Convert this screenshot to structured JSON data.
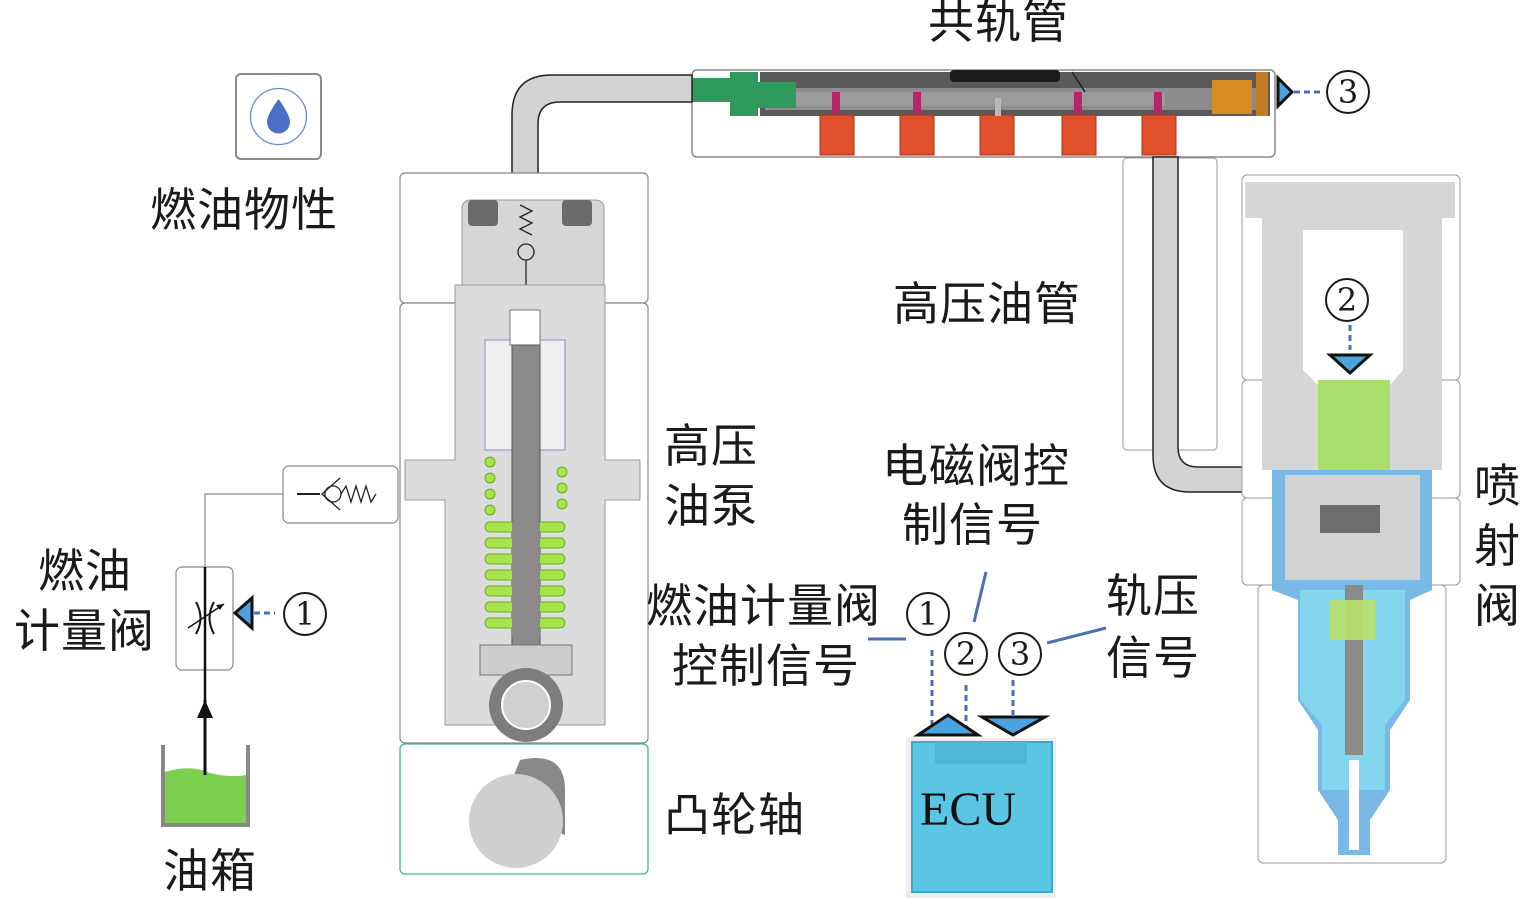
{
  "title": "共轨管",
  "labels": {
    "fuel_properties": "燃油物性",
    "high_pressure_pipe": "高压油管",
    "high_pressure_pump_line1": "高压",
    "high_pressure_pump_line2": "油泵",
    "solenoid_signal_line1": "电磁阀控",
    "solenoid_signal_line2": "制信号",
    "metering_signal_line1": "燃油计量阀",
    "metering_signal_line2": "控制信号",
    "rail_pressure_line1": "轨压",
    "rail_pressure_line2": "信号",
    "camshaft": "凸轮轴",
    "ecu": "ECU",
    "fuel_tank": "油箱",
    "metering_valve_line1": "燃油",
    "metering_valve_line2": "计量阀",
    "injector_line1": "喷",
    "injector_line2": "射",
    "injector_line3": "阀"
  },
  "markers": {
    "m1": "1",
    "m2": "2",
    "m3": "3"
  },
  "icons": {
    "fuel_properties": "fuel-drop-icon"
  },
  "colors": {
    "signal_line": "#4a6fb5",
    "marker_fill": "#4aa3df",
    "fuel_green": "#7ccf4f",
    "rail_fitting_green": "#2e9b5c",
    "injector_orange": "#e0502a",
    "ecu_blue": "#5bc6e4",
    "injector_blue": "#7fd3ec",
    "body_gray": "#d6d6d6"
  }
}
